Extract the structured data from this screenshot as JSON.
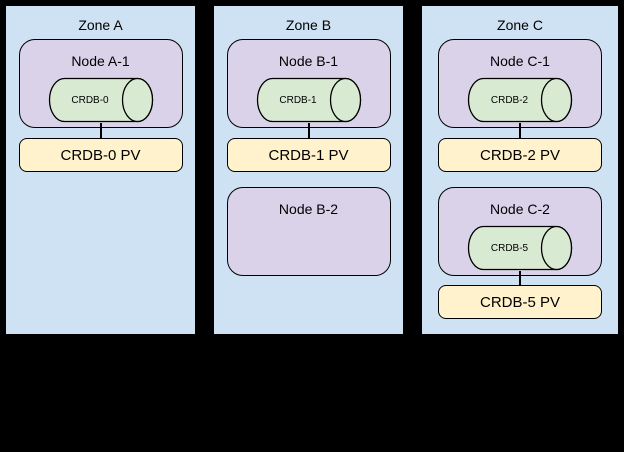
{
  "diagram": {
    "background_color": "#000000",
    "palette": {
      "zone_fill": "#cfe2f3",
      "node_fill": "#d9d2e9",
      "cylinder_fill": "#d9ead3",
      "pv_fill": "#fff2cc",
      "outline": "#000000"
    },
    "zones": [
      {
        "title": "Zone A",
        "nodes": [
          {
            "label": "Node A-1",
            "cylinder_label": "CRDB-0",
            "pv_label": "CRDB-0 PV"
          }
        ]
      },
      {
        "title": "Zone B",
        "nodes": [
          {
            "label": "Node B-1",
            "cylinder_label": "CRDB-1",
            "pv_label": "CRDB-1 PV"
          },
          {
            "label": "Node B-2"
          }
        ]
      },
      {
        "title": "Zone C",
        "nodes": [
          {
            "label": "Node C-1",
            "cylinder_label": "CRDB-2",
            "pv_label": "CRDB-2 PV"
          },
          {
            "label": "Node C-2",
            "cylinder_label": "CRDB-5",
            "pv_label": "CRDB-5 PV"
          }
        ]
      }
    ]
  }
}
